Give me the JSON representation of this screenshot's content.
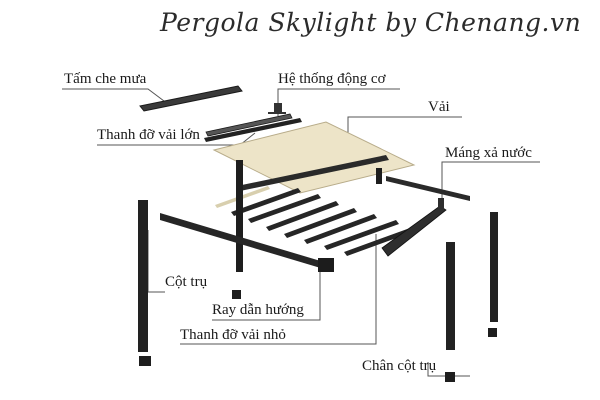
{
  "title": "Pergola Skylight by Chenang.vn",
  "labels": {
    "tam_che_mua": "Tấm che mưa",
    "he_thong_dong_co": "Hệ thống động cơ",
    "vai": "Vải",
    "thanh_do_vai_lon": "Thanh đỡ vải lớn",
    "mang_xa_nuoc": "Máng xả nước",
    "cot_tru": "Cột trụ",
    "ray_dan_huong": "Ray dẫn hướng",
    "thanh_do_vai_nho": "Thanh đỡ vải nhỏ",
    "chan_cot_tru": "Chân cột trụ"
  },
  "colors": {
    "frame": "#2a2a2a",
    "fabric": "#ede4c8",
    "leader": "#555555"
  }
}
